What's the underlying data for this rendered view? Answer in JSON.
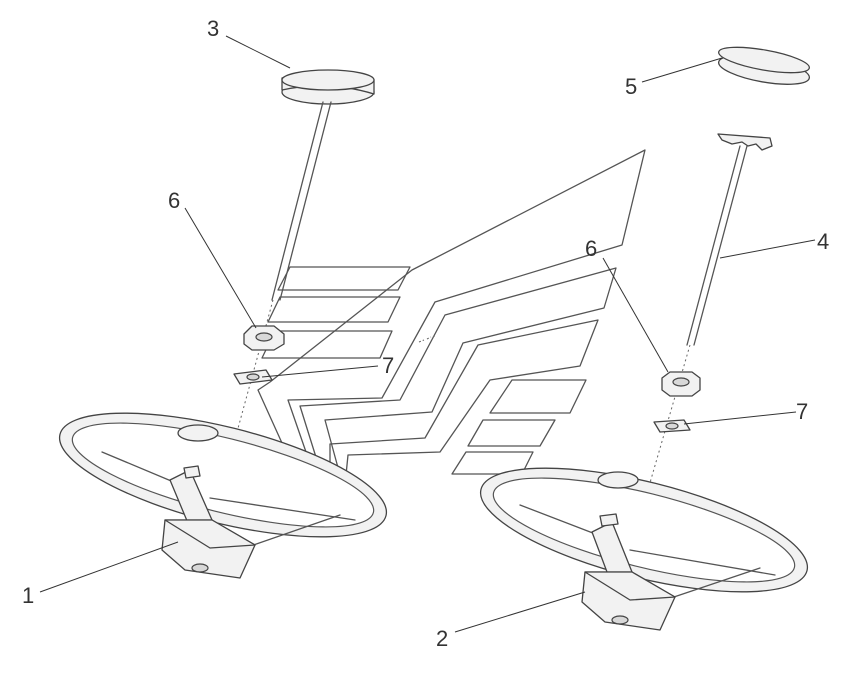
{
  "callouts": [
    {
      "id": "c1",
      "label": "1"
    },
    {
      "id": "c2",
      "label": "2"
    },
    {
      "id": "c3",
      "label": "3"
    },
    {
      "id": "c4",
      "label": "4"
    },
    {
      "id": "c5",
      "label": "5"
    },
    {
      "id": "c6a",
      "label": "6"
    },
    {
      "id": "c6b",
      "label": "6"
    },
    {
      "id": "c7a",
      "label": "7"
    },
    {
      "id": "c7b",
      "label": "7"
    }
  ]
}
